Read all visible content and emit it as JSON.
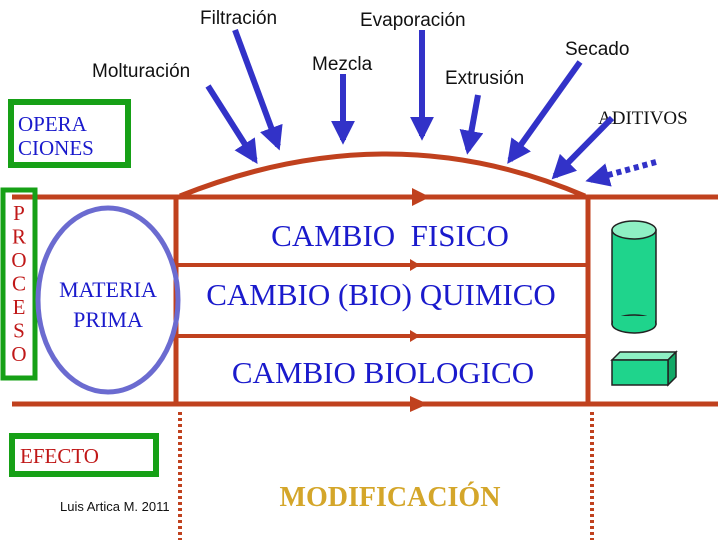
{
  "process_labels": {
    "filtracion": "Filtración",
    "evaporacion": "Evaporación",
    "molturacion": "Molturación",
    "mezcla": "Mezcla",
    "extrusion": "Extrusión",
    "secado": "Secado",
    "aditivos": "ADITIVOS"
  },
  "boxes": {
    "operaciones_line1": "OPERA",
    "operaciones_line2": "CIONES",
    "efecto": "EFECTO"
  },
  "proceso_letters": [
    "P",
    "R",
    "O",
    "C",
    "E",
    "S",
    "O"
  ],
  "materia_prima": {
    "line1": "MATERIA",
    "line2": "PRIMA"
  },
  "cambios": {
    "fisico": "CAMBIO  FISICO",
    "bio_quimico": "CAMBIO (BIO) QUIMICO",
    "biologico": "CAMBIO BIOLOGICO"
  },
  "modificacion": "MODIFICACIÓN",
  "author": "Luis Artica M. 2011",
  "colors": {
    "flow_red": "#c0411e",
    "arrow_blue": "#3232c8",
    "box_green": "#16a016",
    "text_blue": "#1a1acc",
    "text_red": "#c01818",
    "modificacion": "#d4a62a",
    "shape_green": "#1fd48c",
    "circle_border": "#6b6bd0"
  }
}
